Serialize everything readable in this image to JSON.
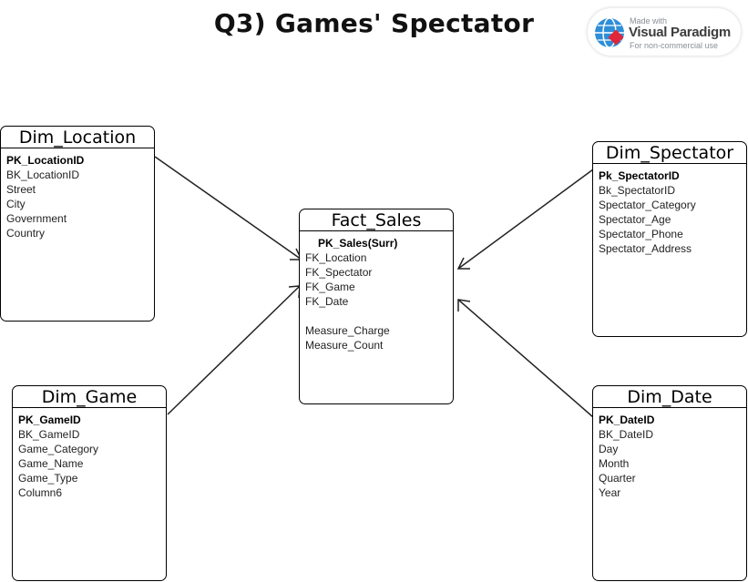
{
  "title": "Q3) Games' Spectator",
  "watermark": {
    "line1": "Made with",
    "line2": "Visual Paradigm",
    "line3": "For non-commercial use"
  },
  "tables": {
    "dim_location": {
      "name": "Dim_Location",
      "fields": [
        "PK_LocationID",
        "BK_LocationID",
        "Street",
        "City",
        "Government",
        "Country"
      ]
    },
    "dim_spectator": {
      "name": "Dim_Spectator",
      "fields": [
        "Pk_SpectatorID",
        "Bk_SpectatorID",
        "Spectator_Category",
        "Spectator_Age",
        "Spectator_Phone",
        "Spectator_Address"
      ]
    },
    "fact_sales": {
      "name": "Fact_Sales",
      "fields": [
        "PK_Sales(Surr)",
        "FK_Location",
        "FK_Spectator",
        "FK_Game",
        "FK_Date",
        "",
        "Measure_Charge",
        "Measure_Count"
      ]
    },
    "dim_game": {
      "name": "Dim_Game",
      "fields": [
        "PK_GameID",
        "BK_GameID",
        "Game_Category",
        "Game_Name",
        "Game_Type",
        "Column6"
      ]
    },
    "dim_date": {
      "name": "Dim_Date",
      "fields": [
        "PK_DateID",
        "BK_DateID",
        "Day",
        "Month",
        "Quarter",
        "Year"
      ]
    }
  }
}
